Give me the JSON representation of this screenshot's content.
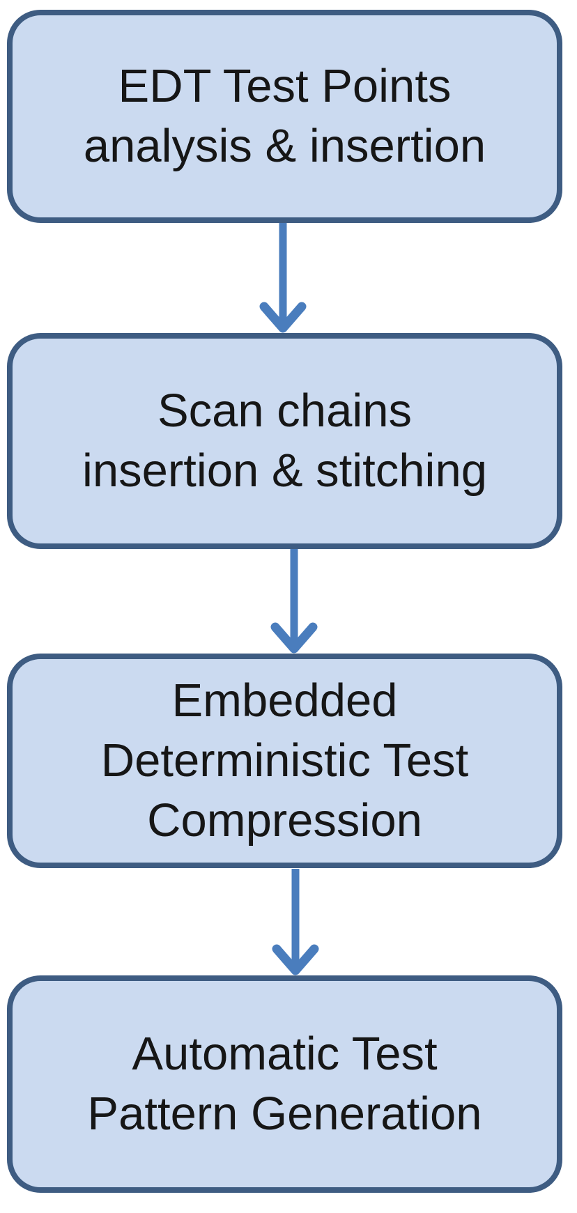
{
  "diagram": {
    "type": "flowchart",
    "flow_direction": "top-down",
    "colors": {
      "background": "#FFFFFF",
      "box_fill": "#CBDAF0",
      "box_border": "#3E5C82",
      "arrow": "#4A7DBD",
      "text": "#161616"
    },
    "nodes": [
      {
        "id": "node-1",
        "lines": [
          "EDT Test Points",
          "analysis & insertion"
        ]
      },
      {
        "id": "node-2",
        "lines": [
          "Scan chains",
          "insertion & stitching"
        ]
      },
      {
        "id": "node-3",
        "lines": [
          "Embedded",
          "Deterministic Test",
          "Compression"
        ]
      },
      {
        "id": "node-4",
        "lines": [
          "Automatic Test",
          "Pattern Generation"
        ]
      }
    ],
    "connections": [
      {
        "from": "node-1",
        "to": "node-2",
        "type": "arrow-down"
      },
      {
        "from": "node-2",
        "to": "node-3",
        "type": "arrow-down"
      },
      {
        "from": "node-3",
        "to": "node-4",
        "type": "arrow-down"
      }
    ]
  }
}
